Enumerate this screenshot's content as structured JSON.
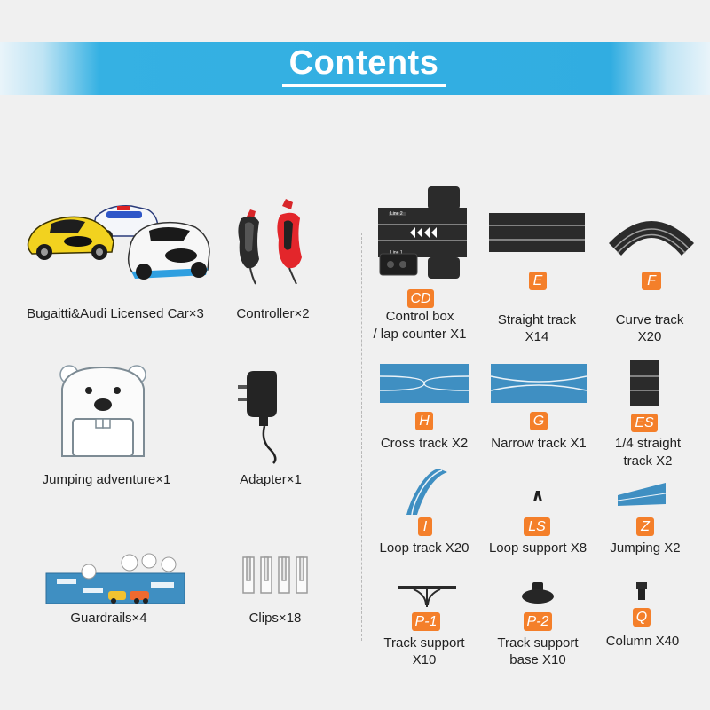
{
  "header": {
    "title": "Contents"
  },
  "left_items": [
    {
      "icon": "race-cars",
      "label": "Bugaitti&Audi Licensed Car×3"
    },
    {
      "icon": "controllers",
      "label": "Controller×2"
    },
    {
      "icon": "polar-bear-arch",
      "label": "Jumping adventure×1"
    },
    {
      "icon": "power-adapter",
      "label": "Adapter×1"
    },
    {
      "icon": "guardrails",
      "label": "Guardrails×4"
    },
    {
      "icon": "clips",
      "label": "Clips×18"
    }
  ],
  "parts": [
    {
      "code": "CD",
      "line1": "Control box",
      "line2": "/ lap counter X1",
      "icon": "control-box-track"
    },
    {
      "code": "E",
      "line1": "Straight track",
      "line2": "X14",
      "icon": "straight-track"
    },
    {
      "code": "F",
      "line1": "Curve track",
      "line2": "X20",
      "icon": "curve-track"
    },
    {
      "code": "H",
      "line1": "Cross track X2",
      "line2": "",
      "icon": "cross-track"
    },
    {
      "code": "G",
      "line1": "Narrow track X1",
      "line2": "",
      "icon": "narrow-track"
    },
    {
      "code": "ES",
      "line1": "1/4 straight",
      "line2": "track X2",
      "icon": "quarter-straight-track"
    },
    {
      "code": "I",
      "line1": "Loop track X20",
      "line2": "",
      "icon": "loop-track"
    },
    {
      "code": "LS",
      "line1": "Loop support X8",
      "line2": "",
      "icon": "loop-support"
    },
    {
      "code": "Z",
      "line1": "Jumping X2",
      "line2": "",
      "icon": "jumping-ramp"
    },
    {
      "code": "P-1",
      "line1": "Track support",
      "line2": "X10",
      "icon": "track-support"
    },
    {
      "code": "P-2",
      "line1": "Track support",
      "line2": "base X10",
      "icon": "track-support-base"
    },
    {
      "code": "Q",
      "line1": "Column X40",
      "line2": "",
      "icon": "column"
    }
  ],
  "track_markings": {
    "lane_top": "Line 2",
    "lane_bottom": "Line 1"
  },
  "colors": {
    "banner": "#31ade1",
    "badge": "#f47f2a",
    "track": "#2b2b2b",
    "blue_track": "#3f8fc2"
  }
}
